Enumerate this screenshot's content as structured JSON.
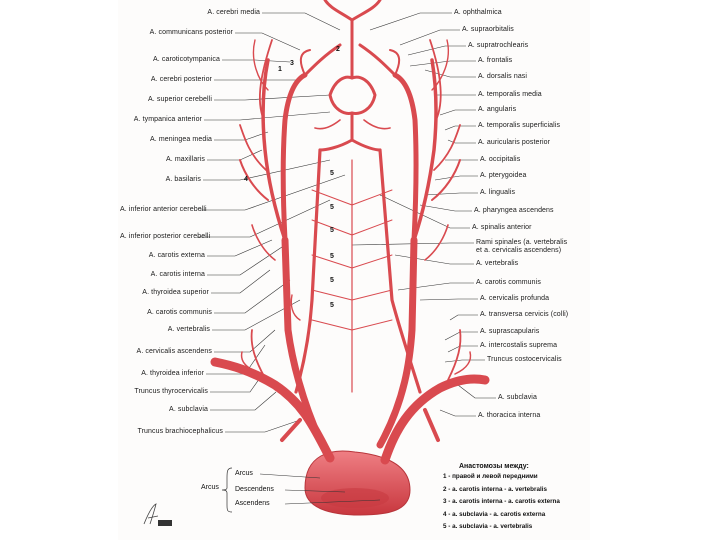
{
  "labels_left": [
    "A. cerebri media",
    "A. communicans posterior",
    "A. caroticotympanica",
    "A. cerebri posterior",
    "A. superior cerebelli",
    "A. tympanica anterior",
    "A. meningea media",
    "A. maxillaris",
    "A. basilaris",
    "A. inferior anterior cerebelli",
    "A. inferior posterior cerebelli",
    "A. carotis externa",
    "A. carotis interna",
    "A. thyroidea superior",
    "A. carotis communis",
    "A. vertebralis",
    "A. cervicalis ascendens",
    "A. thyroidea inferior",
    "Truncus thyrocervicalis",
    "A. subclavia",
    "Truncus brachiocephalicus"
  ],
  "labels_right": [
    "A. ophthalmica",
    "A. supraorbitalis",
    "A. supratrochlearis",
    "A. frontalis",
    "A. dorsalis nasi",
    "A. temporalis media",
    "A. angularis",
    "A. temporalis superficialis",
    "A. auricularis posterior",
    "A. occipitalis",
    "A. pterygoidea",
    "A. lingualis",
    "A. pharyngea ascendens",
    "A. spinalis anterior",
    "Rami spinales (a. vertebralis",
    "et a. cervicalis ascendens)",
    "A. vertebralis",
    "A. carotis communis",
    "A. cervicalis profunda",
    "A. transversa cervicis (colli)",
    "A. suprascapularis",
    "A. intercostalis suprema",
    "Truncus costocervicalis",
    "A. subclavia",
    "A. thoracica interna"
  ],
  "arcus": {
    "prefix": "Arcus",
    "parts": [
      "Arcus",
      "Descendens",
      "Ascendens"
    ]
  },
  "figure_numbers": [
    "1",
    "2",
    "3",
    "4",
    "5",
    "5",
    "5",
    "5",
    "5",
    "5"
  ],
  "legend": {
    "title": "Анастомозы между:",
    "rows": [
      "1 - правой и левой передними",
      "2 - a. carotis interna - a. vertebralis",
      "3 - a. carotis interna - a. carotis externa",
      "4 - a. subclavia - a. carotis externa",
      "5 - a. subclavia - a. vertebralis"
    ]
  },
  "colors": {
    "artery": "#d94a4f",
    "artery_dark": "#b8353b",
    "artery_light": "#ef8a8e",
    "leader": "#333333"
  }
}
